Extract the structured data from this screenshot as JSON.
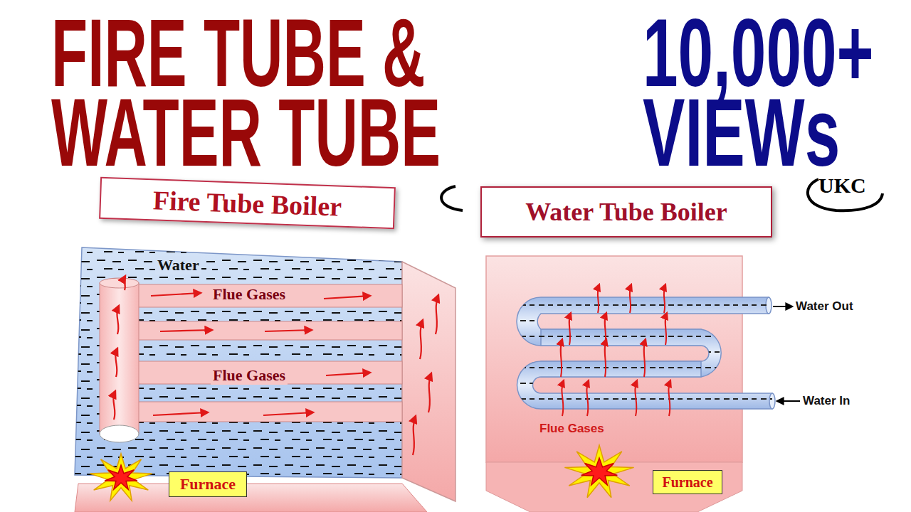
{
  "diagram": {
    "title": "FIRE TUBE & WATER TUBE",
    "nodes": [
      {
        "text": [
          "Fire Tube Boiler"
        ]
      },
      {
        "text": [
          "Water Tube Boiler"
        ]
      },
      {
        "text": [
          "Furnace"
        ]
      },
      {
        "text": [
          "Furnace"
        ]
      }
    ],
    "labels": [
      "10,000+ VIEWs",
      "UKC",
      "Water",
      "Flue Gases",
      "Flue Gases",
      "Water Out",
      "Water In",
      "Flue Gases"
    ]
  }
}
